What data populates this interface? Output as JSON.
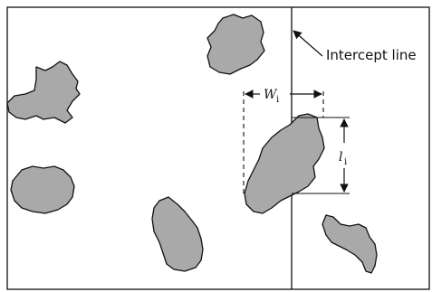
{
  "diagram": {
    "intercept_label": "Intercept line",
    "width_symbol": "W",
    "width_subscript": "i",
    "length_symbol": "l",
    "length_subscript": "i"
  }
}
